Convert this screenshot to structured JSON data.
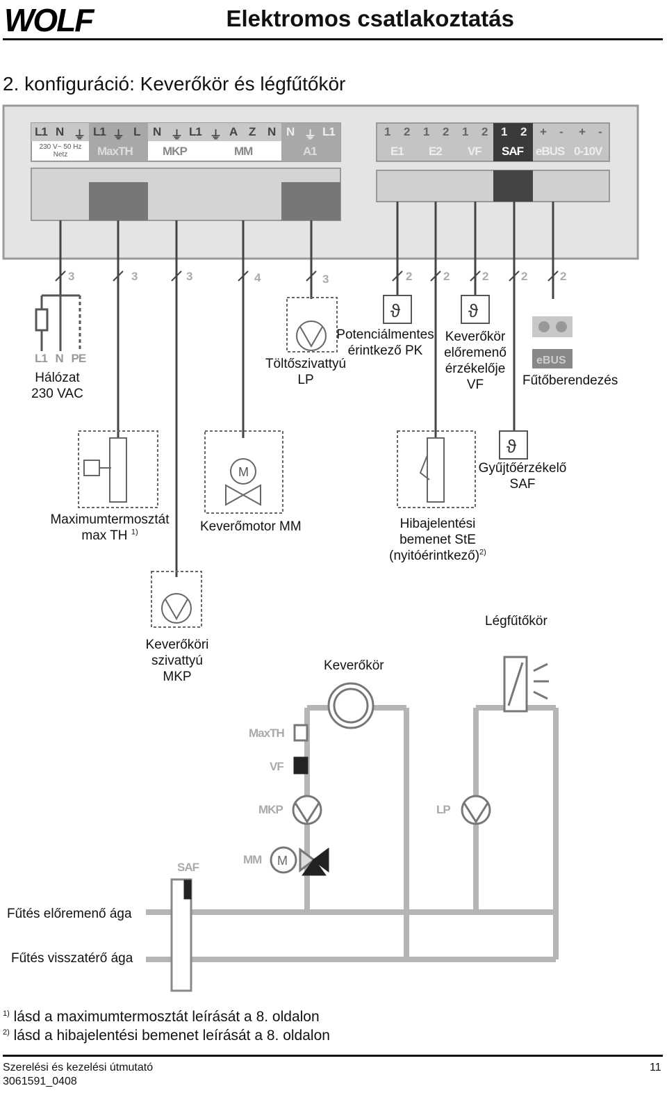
{
  "header": {
    "logo_text": "WOLF",
    "title": "Elektromos csatlakoztatás"
  },
  "section_title": "2. konfiguráció: Keverőkör és légfűtőkör",
  "terminal_block_left": {
    "top_labels": [
      "L1",
      "N",
      "⏚",
      "L1",
      "⏚",
      "L",
      "N",
      "⏚",
      "L1",
      "⏚",
      "A",
      "Z",
      "N",
      "N",
      "⏚",
      "L1"
    ],
    "groups": [
      "230 V~ 50 Hz Netz",
      "MaxTH",
      "MKP",
      "MM",
      "A1"
    ]
  },
  "terminal_block_right": {
    "top_labels": [
      "1",
      "2",
      "1",
      "2",
      "1",
      "2",
      "1",
      "2",
      "+",
      "-",
      "+",
      "-"
    ],
    "groups": [
      "E1",
      "E2",
      "VF",
      "SAF",
      "eBUS",
      "0-10V"
    ]
  },
  "cable_counts": [
    "3",
    "3",
    "3",
    "4",
    "3",
    "2",
    "2",
    "2",
    "2",
    "2"
  ],
  "components": {
    "network": {
      "pins": "L1 N PE",
      "label_1": "Hálózat",
      "label_2": "230 VAC"
    },
    "charge_pump": {
      "label_1": "Töltőszivattyú",
      "label_2": "LP"
    },
    "potential_free": {
      "label_1": "Potenciálmentes",
      "label_2": "érintkező PK"
    },
    "flow_sensor": {
      "label_1": "Keverőkör",
      "label_2": "előremenő",
      "label_3": "érzékelője",
      "label_4": "VF"
    },
    "boiler": {
      "label": "Fűtőberendezés",
      "ebus_text": "eBUS"
    },
    "collector_sensor": {
      "label_1": "Gyűjtőérzékelő",
      "label_2": "SAF"
    },
    "max_thermostat": {
      "label_1": "Maximumtermosztát",
      "label_2": "max TH",
      "note": "1)"
    },
    "mixer_motor": {
      "label": "Keverőmotor MM"
    },
    "fault_input": {
      "label_1": "Hibajelentési",
      "label_2": "bemenet StE",
      "label_3": "(nyitóérintkező)",
      "note": "2)"
    },
    "mixer_pump": {
      "label_1": "Keverőköri",
      "label_2": "szivattyú",
      "label_3": "MKP"
    },
    "air_heating": {
      "label": "Légfűtőkör"
    },
    "mixer_circuit": {
      "label": "Keverőkör"
    }
  },
  "hydraulic": {
    "maxth": "MaxTH",
    "vf": "VF",
    "mkp": "MKP",
    "mm": "MM",
    "lp": "LP",
    "saf": "SAF",
    "flow_label": "Fűtés előremenő ága",
    "return_label": "Fűtés visszatérő ága"
  },
  "footnotes": [
    {
      "mark": "1)",
      "text": "lásd a maximumtermosztát leírását a 8. oldalon"
    },
    {
      "mark": "2)",
      "text": "lásd a hibajelentési bemenet leírását a 8. oldalon"
    }
  ],
  "footer": {
    "manual": "Szerelési és kezelési útmutató",
    "doc_number": "3061591_0408",
    "page": "11"
  },
  "colors": {
    "line": "#444444",
    "gray": "#b0b0b0",
    "dark": "#333333",
    "pipe": "#bbbbbb"
  }
}
